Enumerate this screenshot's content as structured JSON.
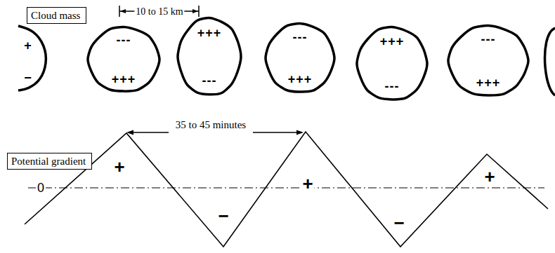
{
  "diagram": {
    "nodes": [
      {
        "text": [
          "Cloud mass"
        ]
      },
      {
        "text": [
          "+",
          "−"
        ]
      },
      {
        "text": [
          "---",
          "+++"
        ]
      },
      {
        "text": [
          "+++",
          "---"
        ]
      },
      {
        "text": [
          "---",
          "+++"
        ]
      },
      {
        "text": [
          "+++",
          "---"
        ]
      },
      {
        "text": [
          "---",
          "+++"
        ]
      },
      {
        "text": [
          "Potential gradient"
        ]
      }
    ],
    "labels": [
      "10 to 15 km",
      "35 to 45 minutes",
      "0",
      "+",
      "−",
      "+",
      "−",
      "+"
    ]
  }
}
